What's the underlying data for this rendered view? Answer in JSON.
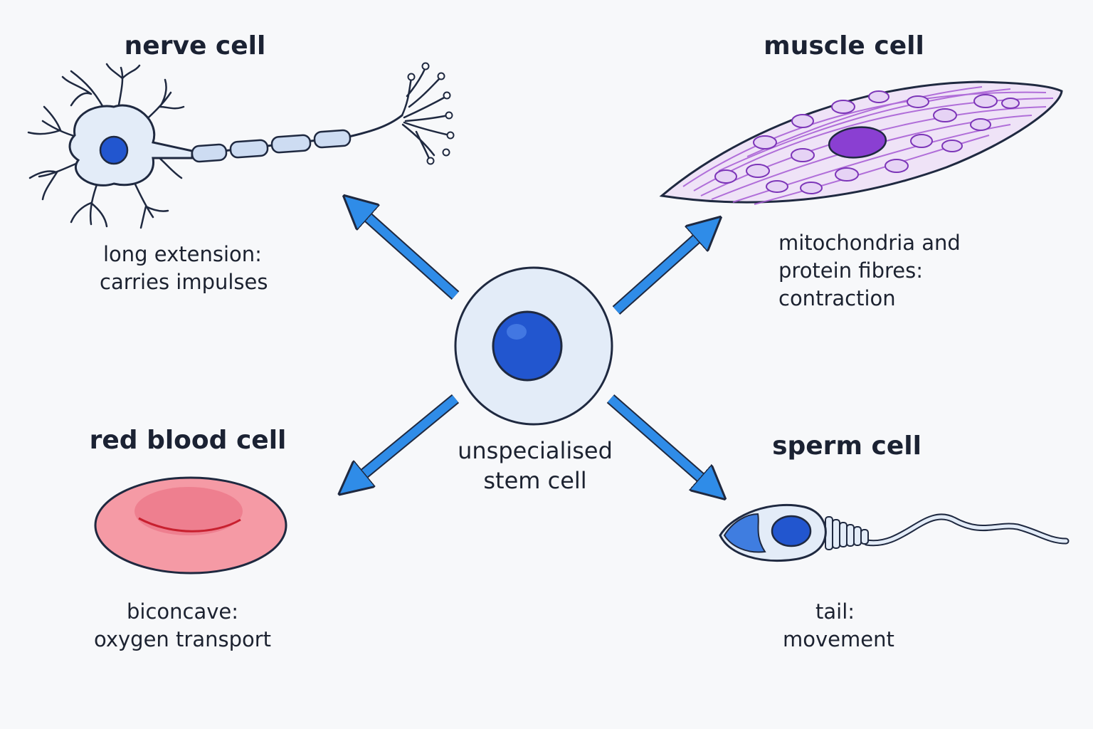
{
  "center": {
    "label_lines": [
      "unspecialised",
      "stem cell"
    ]
  },
  "cells": {
    "nerve": {
      "title": "nerve cell",
      "desc_lines": [
        "long extension:",
        "carries impulses"
      ]
    },
    "muscle": {
      "title": "muscle cell",
      "desc_lines": [
        "mitochondria and",
        "protein fibres:",
        "contraction"
      ]
    },
    "red_blood": {
      "title": "red blood cell",
      "desc_lines": [
        "biconcave:",
        "oxygen transport"
      ]
    },
    "sperm": {
      "title": "sperm cell",
      "desc_lines": [
        "tail:",
        "movement"
      ]
    }
  },
  "colors": {
    "arrow": "#2f8ce8",
    "nucleus_blue": "#2256cf",
    "cell_fill": "#e3ecf8",
    "muscle_fill": "#efe3f7",
    "muscle_stroke": "#9b4fd0",
    "muscle_nucleus": "#8a3fd2",
    "rbc_fill": "#f59aa5",
    "rbc_center": "#ee7f8f",
    "outline": "#1f2940"
  }
}
